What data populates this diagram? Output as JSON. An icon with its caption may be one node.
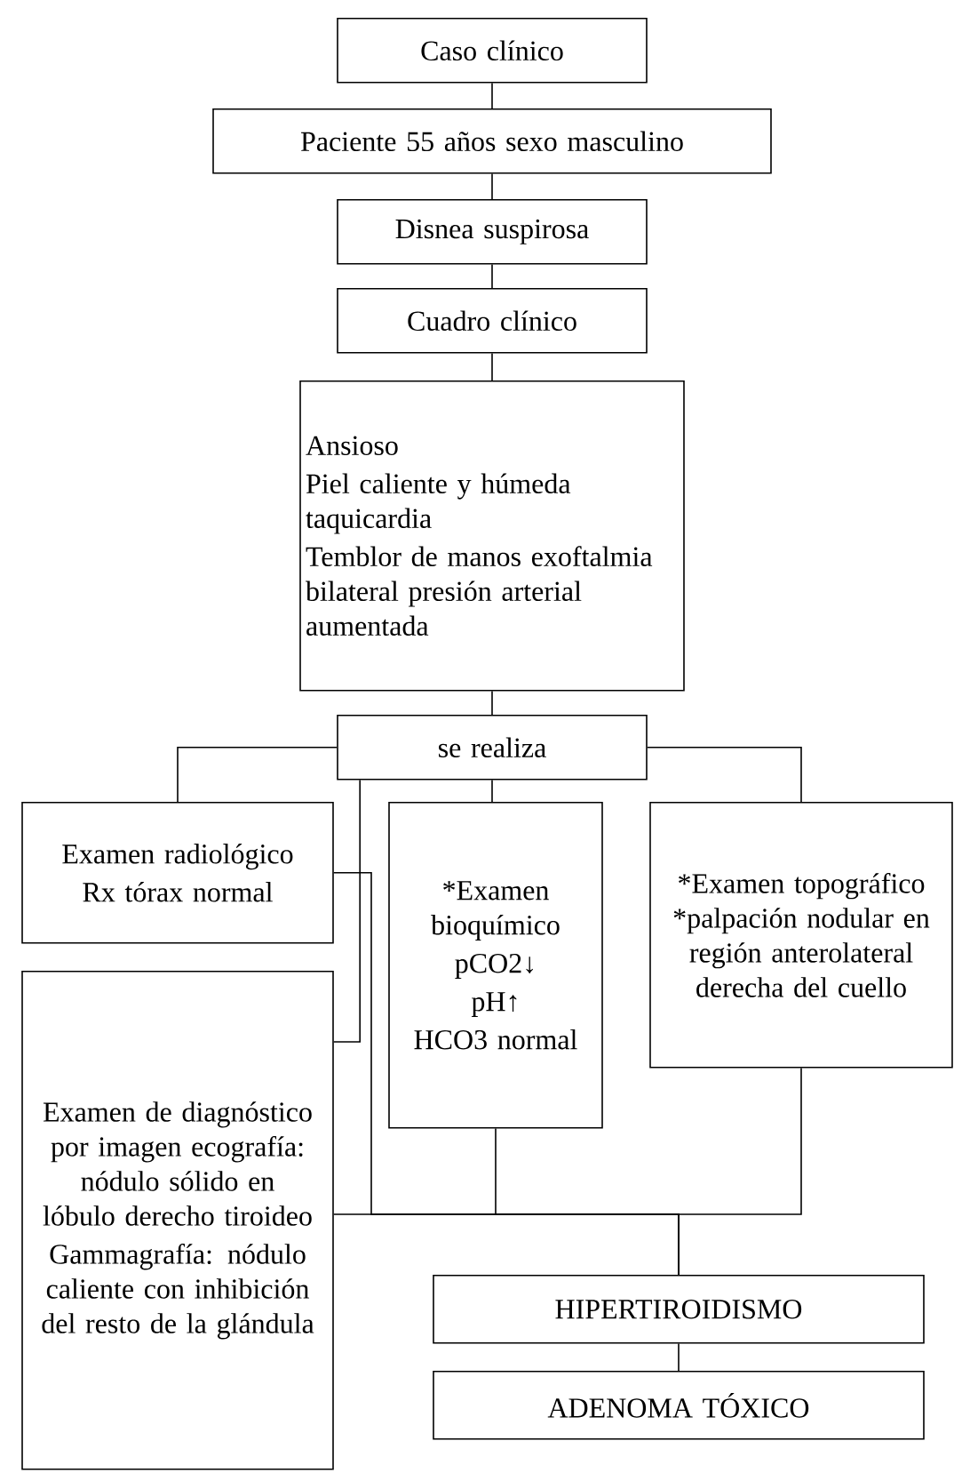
{
  "diagram": {
    "nodes": [
      {
        "text": [
          "Caso clínico"
        ]
      },
      {
        "text": [
          "Paciente 55 años sexo masculino"
        ]
      },
      {
        "text": [
          "Disnea suspirosa"
        ]
      },
      {
        "text": [
          "Cuadro clínico"
        ]
      },
      {
        "text": [
          "Ansioso",
          "Piel caliente y húmeda taquicardia",
          "Temblor de manos exoftalmia bilateral presión arterial aumentada"
        ]
      },
      {
        "text": [
          "se realiza"
        ]
      },
      {
        "text": [
          "Examen radiológico",
          "Rx tórax normal"
        ]
      },
      {
        "text": [
          "Examen de diagnóstico por imagen ecografía: nódulo sólido en lóbulo derecho tiroideo",
          "Gammagrafía: nódulo caliente con inhibición del resto de la glándula"
        ]
      },
      {
        "text": [
          "*Examen bioquímico",
          "pCO2↓",
          "pH↑",
          "HCO3 normal"
        ]
      },
      {
        "text": [
          "*Examen topográfico *palpación nodular en región anterolateral derecha del cuello"
        ]
      },
      {
        "text": [
          "HIPERTIROIDISMO"
        ]
      },
      {
        "text": [
          "ADENOMA TÓXICO"
        ]
      }
    ],
    "edges": [
      {
        "from": 0,
        "to": 1,
        "arrow": "none"
      },
      {
        "from": 1,
        "to": 2,
        "arrow": "none"
      },
      {
        "from": 2,
        "to": 3,
        "arrow": "none"
      },
      {
        "from": 3,
        "to": 4,
        "arrow": "none"
      },
      {
        "from": 4,
        "to": 5,
        "arrow": "none"
      },
      {
        "from": 5,
        "to": 6,
        "arrow": "none"
      },
      {
        "from": 5,
        "to": 7,
        "arrow": "none"
      },
      {
        "from": 5,
        "to": 8,
        "arrow": "none"
      },
      {
        "from": 5,
        "to": 9,
        "arrow": "none"
      },
      {
        "from": 6,
        "to": 10,
        "arrow": "none"
      },
      {
        "from": 7,
        "to": 10,
        "arrow": "none"
      },
      {
        "from": 8,
        "to": 10,
        "arrow": "none"
      },
      {
        "from": 9,
        "to": 10,
        "arrow": "none"
      },
      {
        "from": 10,
        "to": 11,
        "arrow": "none"
      }
    ]
  }
}
